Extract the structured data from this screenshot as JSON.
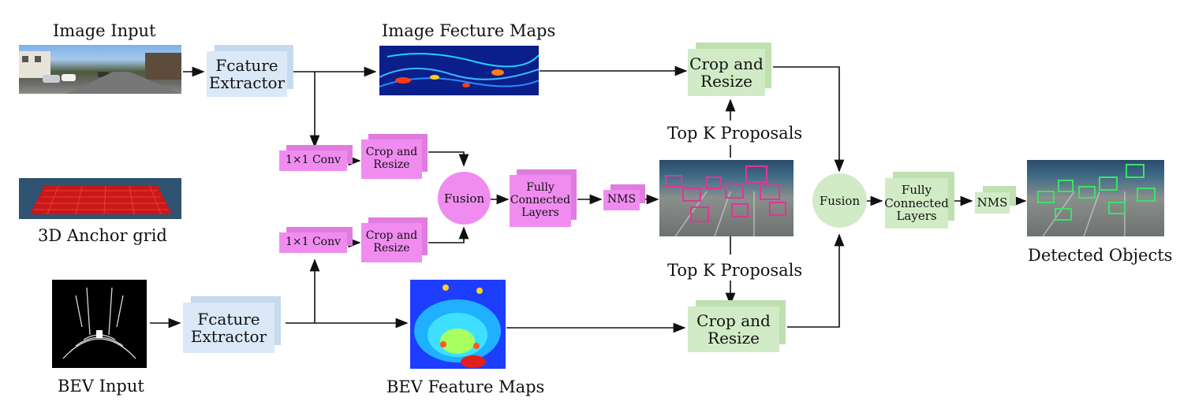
{
  "inputs": {
    "image_input": "Image Input",
    "anchor_grid": "3D Anchor grid",
    "bev_input": "BEV Input"
  },
  "extractors": {
    "image": "Fcature\nExtractor",
    "bev": "Fcature\nExtractor"
  },
  "feature_maps": {
    "image": "Image Fecture Maps",
    "bev": "BEV Feature Maps"
  },
  "proposal_stage": {
    "conv_top": "1×1 Conv",
    "conv_bottom": "1×1 Conv",
    "crop_top": "Crop and\nResize",
    "crop_bottom": "Crop and\nResize",
    "fusion": "Fusion",
    "fc": "Fully\nConnected\nLayers",
    "nms": "NMS"
  },
  "proposals": {
    "top": "Top K Proposals",
    "bottom": "Top K Proposals"
  },
  "detection_stage": {
    "crop_top": "Crop and\nResize",
    "crop_bottom": "Crop and\nResize",
    "fusion": "Fusion",
    "fc": "Fully\nConnected\nLayers",
    "nms": "NMS"
  },
  "output": {
    "label": "Detected Objects"
  },
  "colors": {
    "extractor": "#dbe8f7",
    "proposal_stage": "#f08cf0",
    "detection_stage": "#d2ebc7",
    "proposal_boxes": "#e0349a",
    "detected_boxes": "#3ee06a"
  }
}
